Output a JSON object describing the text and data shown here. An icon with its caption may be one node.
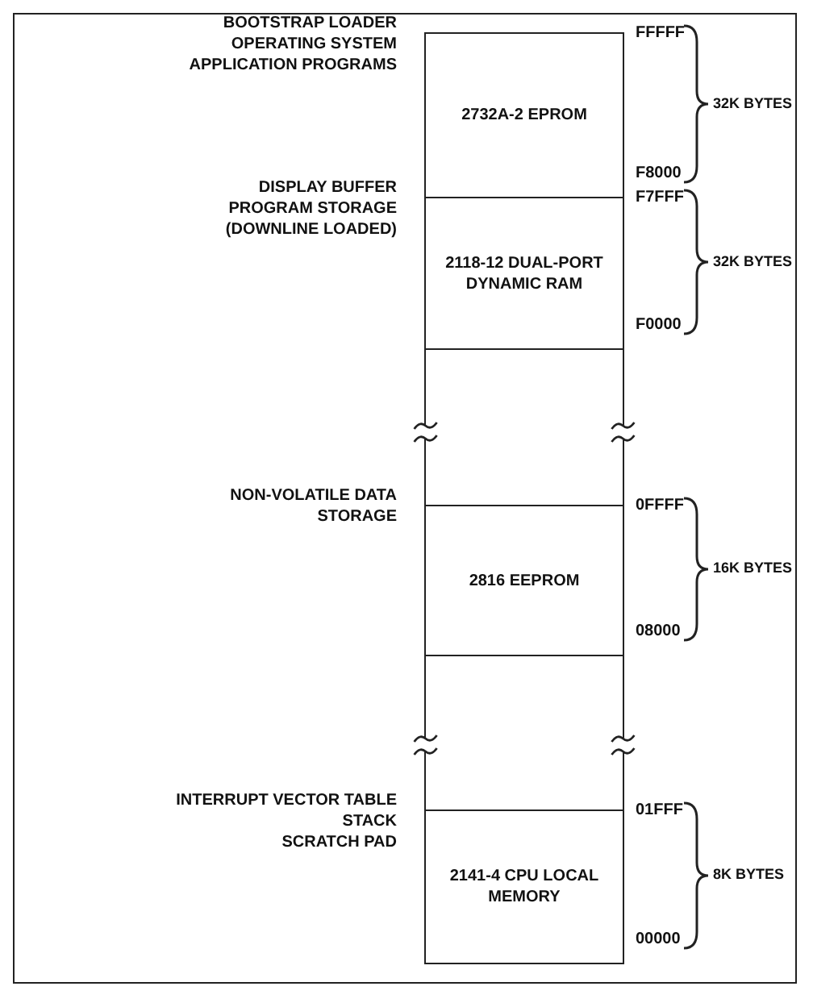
{
  "diagram": {
    "nodes": [
      {
        "text": [
          "2732A-2 EPROM"
        ],
        "beside": [
          "BOOTSTRAP LOADER",
          "OPERATING SYSTEM",
          "APPLICATION PROGRAMS",
          "FFFFF",
          "F8000"
        ]
      },
      {
        "text": [
          "2118-12 DUAL-PORT DYNAMIC RAM"
        ],
        "beside": [
          "DISPLAY BUFFER",
          "PROGRAM STORAGE",
          "(DOWNLINE LOADED)",
          "F7FFF",
          "F0000"
        ]
      },
      {
        "text": [],
        "shape": "box"
      },
      {
        "text": [
          "2816 EEPROM"
        ],
        "beside": [
          "NON-VOLATILE DATA",
          "STORAGE",
          "0FFFF",
          "08000"
        ]
      },
      {
        "text": [],
        "shape": "box"
      },
      {
        "text": [
          "2141-4 CPU LOCAL MEMORY"
        ],
        "beside": [
          "INTERRUPT VECTOR TABLE",
          "STACK",
          "SCRATCH PAD",
          "01FFF",
          "00000"
        ]
      }
    ],
    "edges": [],
    "labels": [
      "32K BYTES",
      "32K BYTES",
      "16K BYTES",
      "8K BYTES"
    ]
  }
}
